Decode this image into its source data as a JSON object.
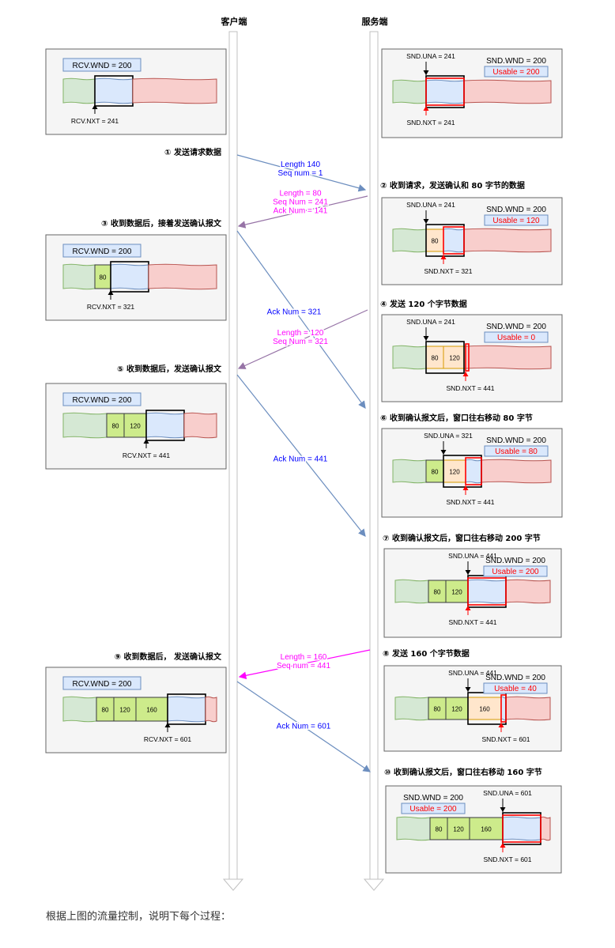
{
  "colors": {
    "sent_acked_fill": "#d5e8d4",
    "sent_acked_stroke": "#82b366",
    "sent_unacked_fill": "#ffe6cc",
    "sent_unacked_stroke": "#d79b00",
    "usable_fill": "#dae8fc",
    "usable_stroke": "#6c8ebf",
    "not_allowed_fill": "#f8cecc",
    "not_allowed_stroke": "#b85450",
    "received_fill": "#cdeb8b",
    "received_stroke": "#36393d",
    "panel_fill": "#f5f5f5",
    "panel_stroke": "#666666",
    "timeline": "#cccccc",
    "arrow_blue": "#6c8ebf",
    "arrow_purple": "#9673a6",
    "arrow_magenta": "#ff00ff",
    "text_blue": "#0000ff",
    "text_magenta": "#ff00ff",
    "text_red": "#ff0000",
    "wnd_label_fill": "#dae8fc",
    "wnd_label_stroke": "#6c8ebf"
  },
  "headers": {
    "client": "客户端",
    "server": "服务端"
  },
  "client_panels": [
    {
      "id": "c0",
      "label": "RCV.WND = 200",
      "segments": [],
      "pointer": "RCV.NXT = 241"
    },
    {
      "id": "c3",
      "step": "③ 收到数据后，接着发送确认报文",
      "label": "RCV.WND = 200",
      "segments": [
        "80"
      ],
      "pointer": "RCV.NXT = 321"
    },
    {
      "id": "c5",
      "step": "⑤ 收到数据后，发送确认报文",
      "label": "RCV.WND = 200",
      "segments": [
        "80",
        "120"
      ],
      "pointer": "RCV.NXT = 441"
    },
    {
      "id": "c9",
      "step": "⑨ 收到数据后， 发送确认报文",
      "label": "RCV.WND = 200",
      "segments": [
        "80",
        "120",
        "160"
      ],
      "pointer": "RCV.NXT = 601"
    }
  ],
  "server_panels": [
    {
      "id": "s0",
      "wnd": "SND.WND = 200",
      "usable": "Usable = 200",
      "una": "SND.UNA = 241",
      "nxt": "SND.NXT = 241",
      "acked": [],
      "unacked": []
    },
    {
      "id": "s2",
      "step": "② 收到请求，发送确认和 80 字节的数据",
      "wnd": "SND.WND = 200",
      "usable": "Usable = 120",
      "una": "SND.UNA = 241",
      "nxt": "SND.NXT = 321",
      "acked": [],
      "unacked": [
        "80"
      ]
    },
    {
      "id": "s4",
      "step": "④ 发送 120 个字节数据",
      "wnd": "SND.WND = 200",
      "usable": "Usable = 0",
      "una": "SND.UNA = 241",
      "nxt": "SND.NXT = 441",
      "acked": [],
      "unacked": [
        "80",
        "120"
      ]
    },
    {
      "id": "s6",
      "step": "⑥ 收到确认报文后，窗口往右移动 80 字节",
      "wnd": "SND.WND = 200",
      "usable": "Usable = 80",
      "una": "SND.UNA = 321",
      "nxt": "SND.NXT = 441",
      "acked": [
        "80"
      ],
      "unacked": [
        "120"
      ]
    },
    {
      "id": "s7",
      "step": "⑦ 收到确认报文后，窗口往右移动 200 字节",
      "wnd": "SND.WND = 200",
      "usable": "Usable = 200",
      "una": "SND.UNA = 441",
      "nxt": "SND.NXT = 441",
      "acked": [
        "80",
        "120"
      ],
      "unacked": []
    },
    {
      "id": "s8",
      "step": "⑧ 发送 160 个字节数据",
      "wnd": "SND.WND = 200",
      "usable": "Usable = 40",
      "una": "SND.UNA = 441",
      "nxt": "SND.NXT = 601",
      "acked": [
        "80",
        "120"
      ],
      "unacked": [
        "160"
      ]
    },
    {
      "id": "s10",
      "step": "⑩ 收到确认报文后，窗口往右移动 160 字节",
      "wnd": "SND.WND = 200",
      "usable": "Usable = 200",
      "una": "SND.UNA = 601",
      "nxt": "SND.NXT = 601",
      "acked": [
        "80",
        "120",
        "160"
      ],
      "unacked": []
    }
  ],
  "step1": "① 发送请求数据",
  "messages": [
    {
      "id": "m1",
      "lines": [
        "Length 140",
        "Seq num = 1"
      ],
      "color": "blue"
    },
    {
      "id": "m2",
      "lines": [
        "Length = 80",
        "Seq Num = 241",
        "Ack Num = 141"
      ],
      "color": "magenta"
    },
    {
      "id": "m3",
      "lines": [
        "Ack Num = 321"
      ],
      "color": "blue"
    },
    {
      "id": "m4",
      "lines": [
        "Length = 120",
        "Seq Num = 321"
      ],
      "color": "magenta"
    },
    {
      "id": "m5",
      "lines": [
        "Ack Num = 441"
      ],
      "color": "blue"
    },
    {
      "id": "m6",
      "lines": [
        "Length = 160",
        "Seq num = 441"
      ],
      "color": "magenta"
    },
    {
      "id": "m7",
      "lines": [
        "Ack Num = 601"
      ],
      "color": "blue"
    }
  ],
  "footer": "根据上图的流量控制，说明下每个过程："
}
